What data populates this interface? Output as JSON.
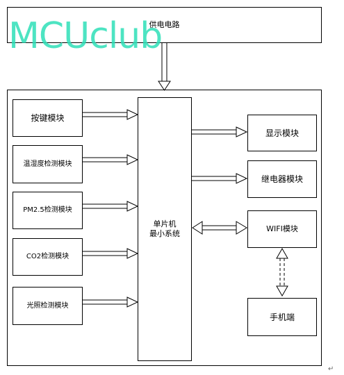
{
  "watermark": "MCUclub",
  "power": {
    "label": "供电电路"
  },
  "mcu": {
    "line1": "单片机",
    "line2": "最小系统"
  },
  "inputs": [
    {
      "id": "key",
      "label": "按键模块"
    },
    {
      "id": "temphum",
      "label": "温湿度检测模块"
    },
    {
      "id": "pm25",
      "label": "PM2.5检测模块"
    },
    {
      "id": "co2",
      "label": "CO2检测模块"
    },
    {
      "id": "light",
      "label": "光照检测模块"
    }
  ],
  "outputs": [
    {
      "id": "display",
      "label": "显示模块"
    },
    {
      "id": "relay",
      "label": "继电器模块"
    },
    {
      "id": "wifi",
      "label": "WIFI模块"
    }
  ],
  "phone": {
    "label": "手机端"
  },
  "return_mark": "↵"
}
